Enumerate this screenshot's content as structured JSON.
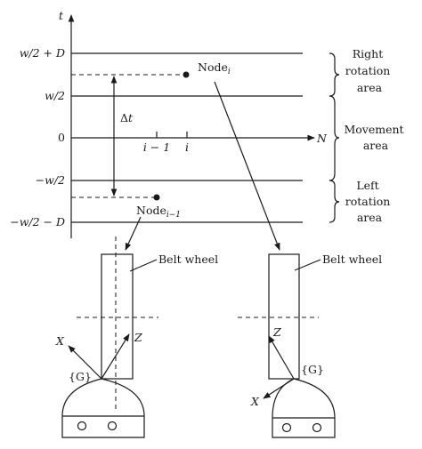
{
  "axes": {
    "t_label": "t",
    "n_label": "N"
  },
  "y_ticks": {
    "w_half_plus_d": "w/2 + D",
    "w_half": "w/2",
    "zero": "0",
    "neg_w_half": "−w/2",
    "neg_w_half_minus_d": "−w/2 − D"
  },
  "x_ticks": {
    "i_minus_1": "i − 1",
    "i": "i"
  },
  "nodes": {
    "node_i": {
      "text": "Node",
      "subscript": "i"
    },
    "node_i_minus_1": {
      "text": "Node",
      "subscript": "i−1"
    }
  },
  "delta_t": {
    "symbol": "Δ",
    "var": "t"
  },
  "regions": {
    "right_rotation": [
      "Right",
      "rotation",
      "area"
    ],
    "movement": [
      "Movement",
      "area"
    ],
    "left_rotation": [
      "Left",
      "rotation",
      "area"
    ]
  },
  "wheels": {
    "left": {
      "label": "Belt wheel",
      "frame": "{G}",
      "x_axis": "X",
      "z_axis": "Z"
    },
    "right": {
      "label": "Belt wheel",
      "frame": "{G}",
      "x_axis": "X",
      "z_axis": "Z"
    }
  }
}
